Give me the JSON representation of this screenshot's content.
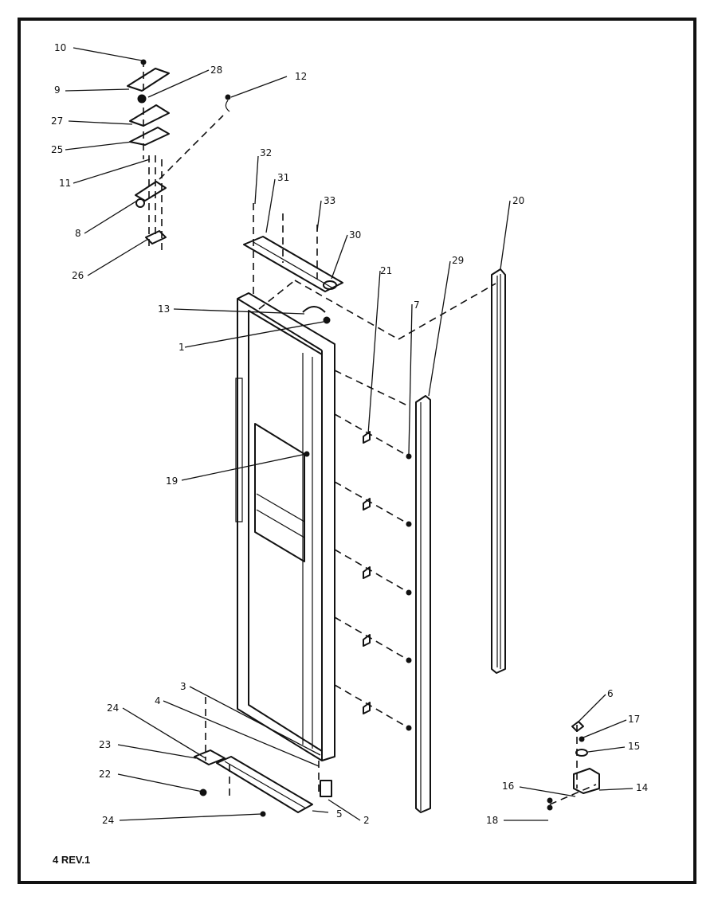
{
  "diagram": {
    "revision_label": "4 REV.1",
    "callouts": [
      "10",
      "9",
      "28",
      "12",
      "27",
      "25",
      "11",
      "8",
      "26",
      "32",
      "31",
      "33",
      "30",
      "21",
      "29",
      "20",
      "7",
      "13",
      "1",
      "19",
      "3",
      "4",
      "24",
      "23",
      "22",
      "24",
      "5",
      "2",
      "6",
      "17",
      "15",
      "16",
      "14",
      "18"
    ]
  }
}
